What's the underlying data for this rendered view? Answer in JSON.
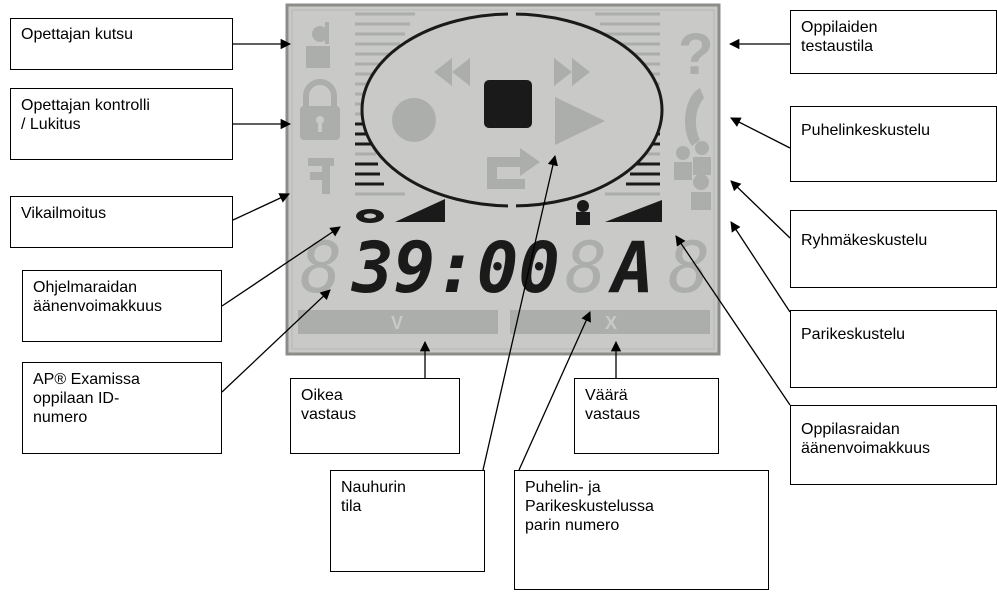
{
  "labels": {
    "teacher_call": "Opettajan kutsu",
    "teacher_control": "Opettajan kontrolli\n/ Lukitus",
    "fault_report": "Vikailmoitus",
    "program_volume": "Ohjelmaraidan\näänenvoimakkuus",
    "exam_id": "AP® Examissa\noppilaan ID-\nnumero",
    "correct_answer": "Oikea\nvastaus",
    "recorder_state": "Nauhurin\ntila",
    "pair_number": "Puhelin- ja\nParikeskustelussa\nparin numero",
    "wrong_answer": "Väärä\nvastaus",
    "student_test_mode": "Oppilaiden\ntestaustila",
    "phone_conversation": "Puhelinkeskustelu",
    "group_conversation": "Ryhmäkeskustelu",
    "pair_conversation": "Parikeskustelu",
    "student_volume": "Oppilasraidan\näänenvoimakkuus"
  },
  "display": {
    "digits": "39:00",
    "pair_char": "A",
    "correct_mark": "V",
    "wrong_mark": "X",
    "question_mark": "?"
  },
  "colors": {
    "lcd_bg": "#c9cac7",
    "lcd_dark": "#1a1a1a",
    "lcd_dim": "#acaeab",
    "lcd_border": "#8c8d8a"
  }
}
